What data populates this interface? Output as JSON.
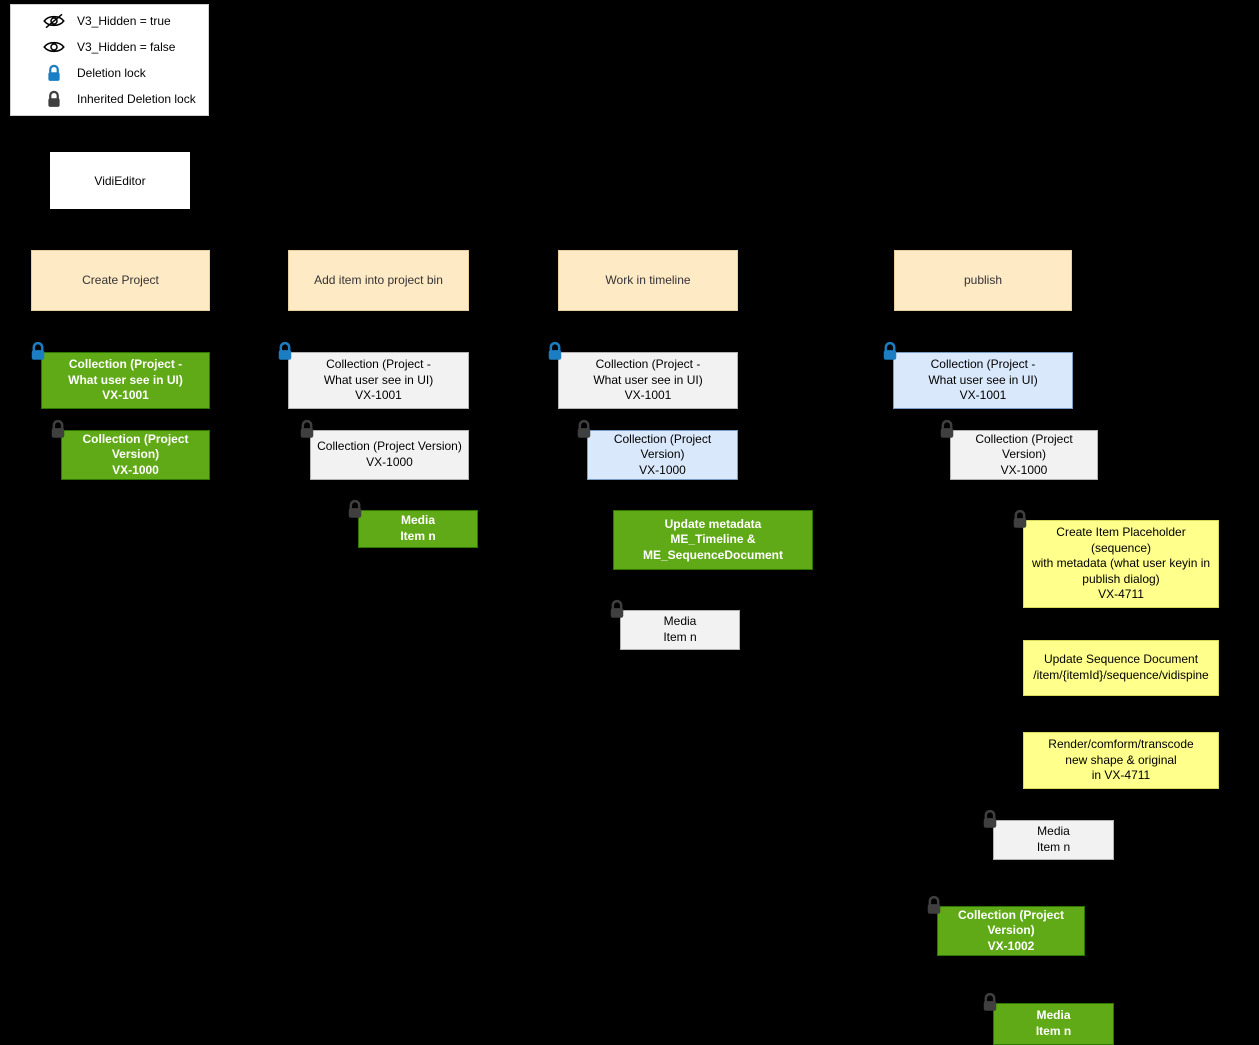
{
  "colors": {
    "background": "#000000",
    "header_fill": "#ffeac6",
    "green_fill": "#60a917",
    "gray_fill": "#f2f2f2",
    "blue_fill": "#dae8fc",
    "yellow_fill": "#ffff8b",
    "deletion_lock": "#1b7ec3",
    "inherited_deletion_lock": "#3f3f3f"
  },
  "legend": {
    "items": [
      {
        "icon": "eye-slash-icon",
        "label": "V3_Hidden = true"
      },
      {
        "icon": "eye-icon",
        "label": "V3_Hidden = false"
      },
      {
        "icon": "deletion-lock-icon",
        "label": "Deletion lock"
      },
      {
        "icon": "inherited-deletion-lock-icon",
        "label": "Inherited Deletion lock"
      }
    ]
  },
  "app": {
    "title": "VidiEditor"
  },
  "headers": {
    "create_project": "Create Project",
    "add_item": "Add item into project bin",
    "work_timeline": "Work in timeline",
    "publish": "publish"
  },
  "nodes": {
    "c1_collection_ui": {
      "text": "Collection (Project -\nWhat user see in UI)\nVX-1001"
    },
    "c1_collection_version": {
      "text": "Collection (Project Version)\nVX-1000"
    },
    "c2_collection_ui": {
      "text": "Collection (Project -\nWhat user see in UI)\nVX-1001"
    },
    "c2_collection_version": {
      "text": "Collection (Project Version)\nVX-1000"
    },
    "c2_media_item": {
      "text": "Media\nItem n"
    },
    "c3_collection_ui": {
      "text": "Collection (Project -\nWhat user see in UI)\nVX-1001"
    },
    "c3_collection_version": {
      "text": "Collection (Project Version)\nVX-1000"
    },
    "c3_update_metadata": {
      "text": "Update metadata\nME_Timeline &\nME_SequenceDocument"
    },
    "c3_media_item": {
      "text": "Media\nItem n"
    },
    "c4_collection_ui": {
      "text": "Collection (Project -\nWhat user see in UI)\nVX-1001"
    },
    "c4_collection_version": {
      "text": "Collection (Project Version)\nVX-1000"
    },
    "c4_create_placeholder": {
      "text": "Create Item Placeholder\n(sequence)\nwith metadata (what user keyin in\npublish dialog)\nVX-4711"
    },
    "c4_update_sequence": {
      "text": "Update Sequence Document\n/item/{itemId}/sequence/vidispine"
    },
    "c4_render": {
      "text": "Render/comform/transcode\nnew shape & original\nin VX-4711"
    },
    "c4_media_item1": {
      "text": "Media\nItem n"
    },
    "c4_collection_version2": {
      "text": "Collection (Project Version)\nVX-1002"
    },
    "c4_media_item2": {
      "text": "Media\nItem n"
    }
  }
}
